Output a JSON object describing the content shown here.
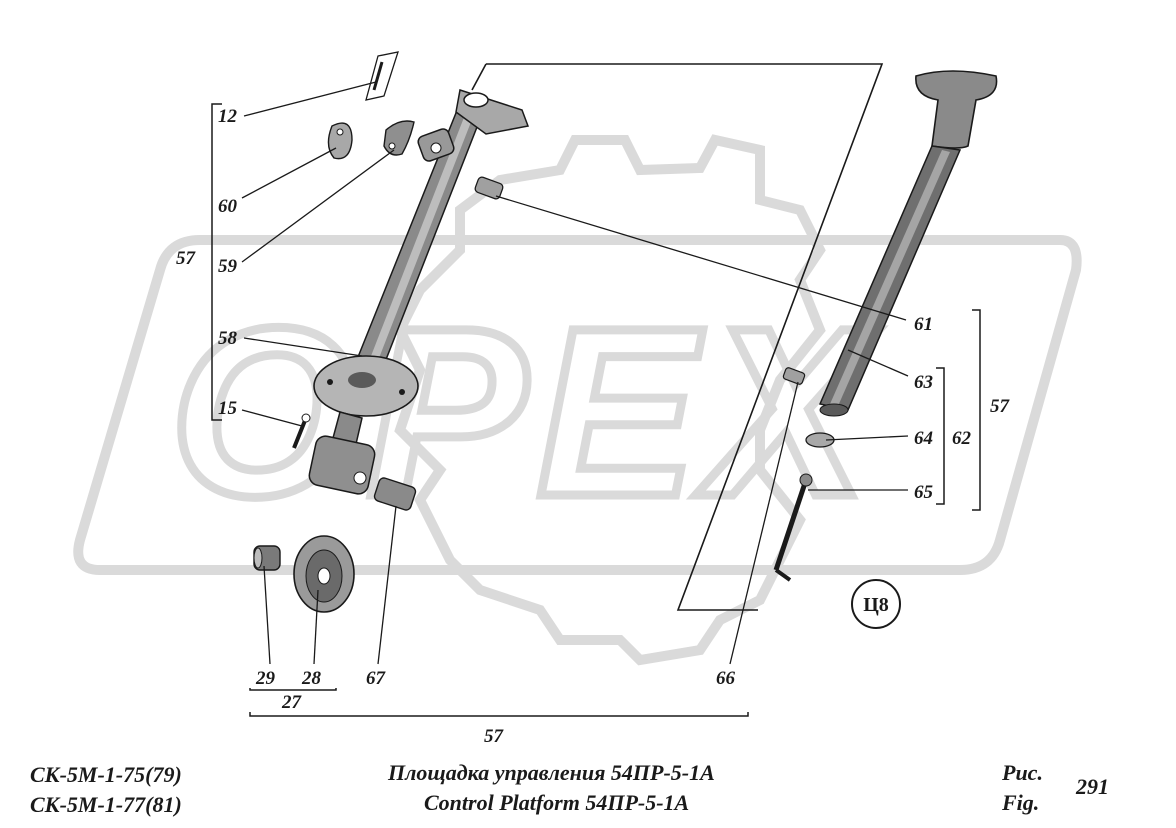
{
  "figure": {
    "watermark": "OPEX",
    "badge": "Ц8",
    "callouts": {
      "c12": "12",
      "c60": "60",
      "c59": "59",
      "c57a": "57",
      "c58": "58",
      "c15": "15",
      "c61": "61",
      "c63": "63",
      "c64": "64",
      "c65": "65",
      "c62": "62",
      "c57b": "57",
      "c29": "29",
      "c28": "28",
      "c27": "27",
      "c67": "67",
      "c66": "66",
      "c57c": "57"
    }
  },
  "footer": {
    "model_line1": "СК-5М-1-75(79)",
    "model_line2": "СК-5М-1-77(81)",
    "title_ru": "Площадка управления 54ПР-5-1А",
    "title_en": "Control Platform 54ПР-5-1А",
    "fig_ru": "Рис.",
    "fig_en": "Fig.",
    "fig_no": "291"
  },
  "colors": {
    "ink": "#1a1a1a",
    "watermark": "#d9d9d9",
    "part_fill": "#7a7a7a",
    "part_light": "#bdbdbd"
  }
}
